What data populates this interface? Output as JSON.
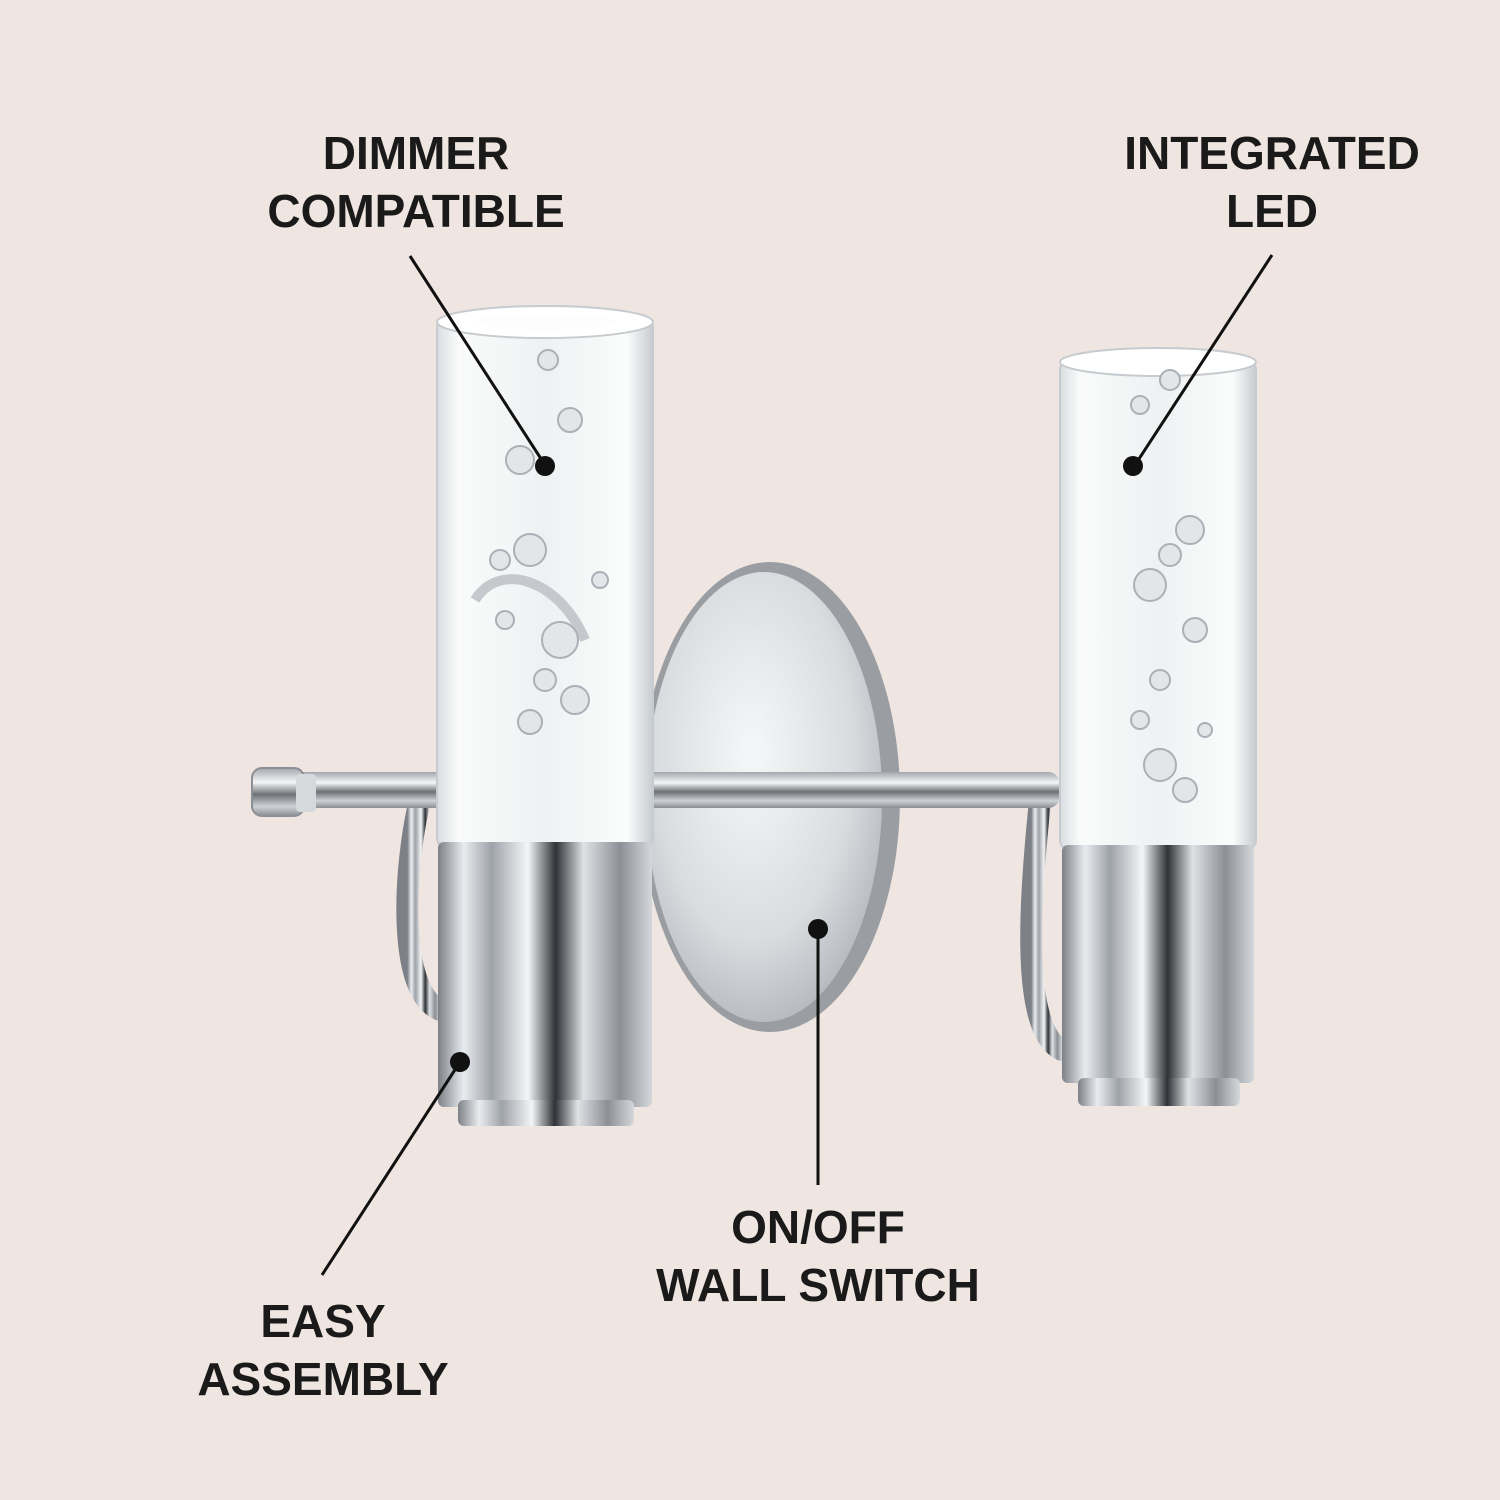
{
  "callouts": {
    "dimmer": {
      "line1": "DIMMER",
      "line2": "COMPATIBLE"
    },
    "integrated_led": {
      "line1": "INTEGRATED",
      "line2": "LED"
    },
    "wall_switch": {
      "line1": "ON/OFF",
      "line2": "WALL SWITCH"
    },
    "easy_assembly": {
      "line1": "EASY",
      "line2": "ASSEMBLY"
    }
  },
  "colors": {
    "background": "#efe5e1",
    "text": "#1a1a1a",
    "chrome": "#c9ccd0",
    "glass": "#f4f6f7"
  },
  "product_icon": "two-light-bubble-glass-vanity-fixture"
}
